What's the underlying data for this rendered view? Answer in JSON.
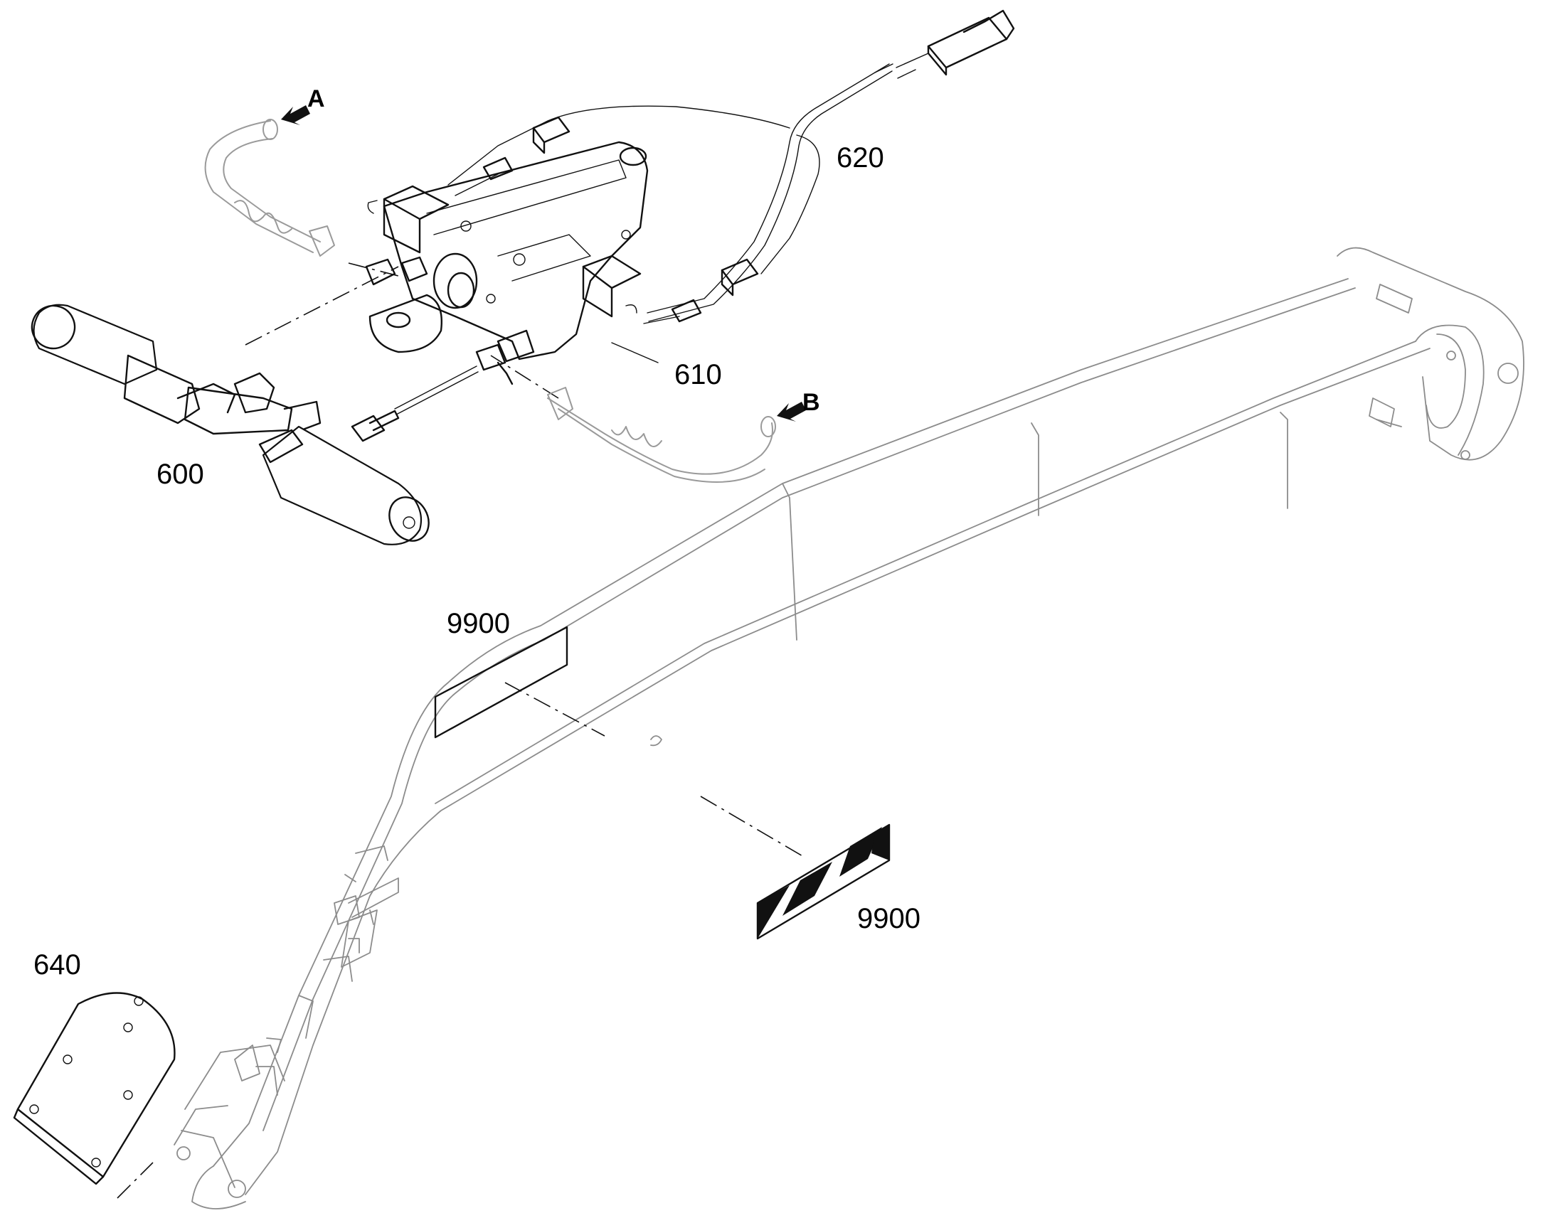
{
  "labels": {
    "p600": "600",
    "p610": "610",
    "p620": "620",
    "p640": "640",
    "p9900_plain": "9900",
    "p9900_striped": "9900",
    "view_a": "A",
    "view_b": "B"
  },
  "icons": {
    "view_arrow": "bold-arrow-icon"
  }
}
